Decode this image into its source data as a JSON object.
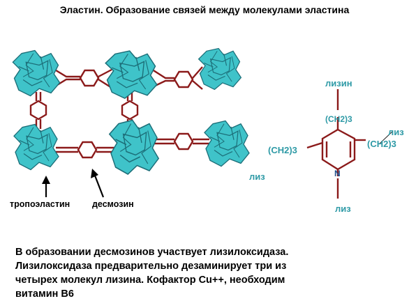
{
  "title": "Эластин. Образование связей между молекулами эластина",
  "labels": {
    "tropoelastin": "тропоэластин",
    "desmosine": "десмозин"
  },
  "structure": {
    "lysine_top": "лизин",
    "ch2_top": "(CH2)3",
    "ch2_left": "(CH2)3",
    "ch2_right": "(CH2)3",
    "liz_left": "лиз",
    "liz_right": "лиз",
    "liz_bottom": "лиз",
    "nitrogen": "N"
  },
  "caption": {
    "line1": "В образовании десмозинов участвует лизилоксидаза.",
    "line2": "Лизилоксидаза предварительно дезаминирует три из",
    "line3": "четырех молекул лизина. Кофактор Cu++, необходим",
    "line4": "витамин В6"
  },
  "colors": {
    "protein_fill": "#3fc3c9",
    "protein_stroke": "#1c6e78",
    "link_stroke": "#8b1a1a",
    "structure_text": "#2e9aa6",
    "structure_bonds": "#8b1a1a"
  }
}
